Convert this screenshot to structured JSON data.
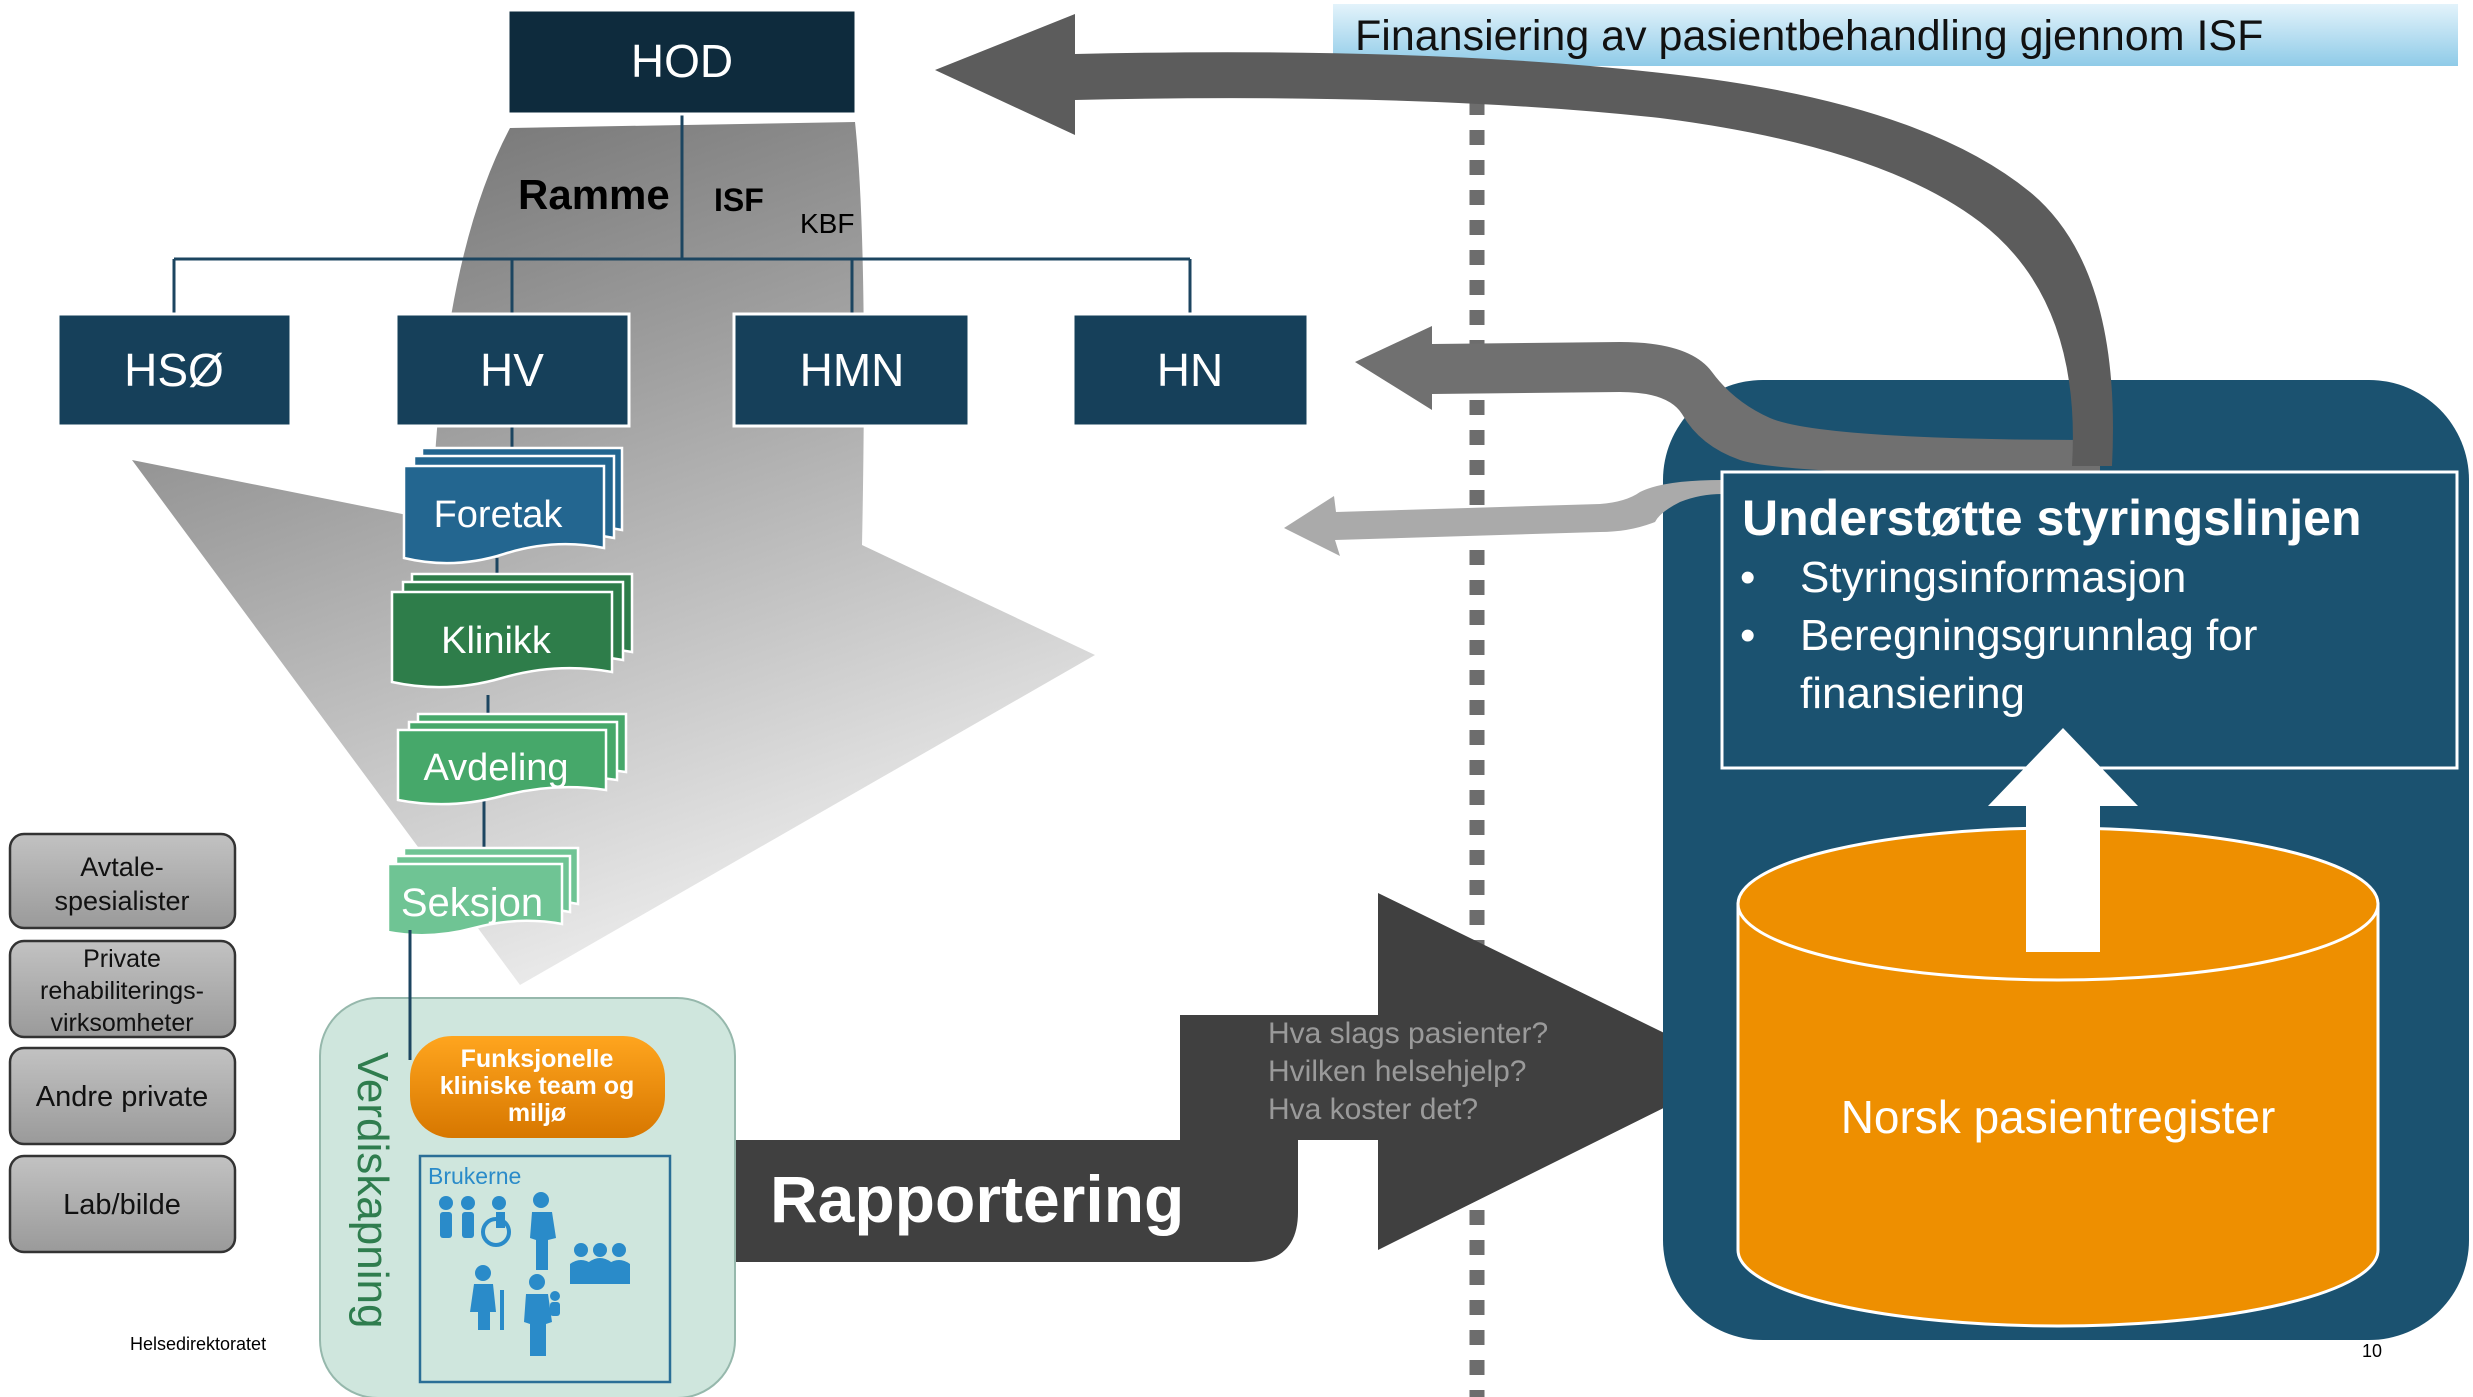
{
  "header": {
    "title": "Finansiering av pasientbehandling gjennom ISF"
  },
  "org": {
    "hod": "HOD",
    "ramme": "Ramme",
    "isf": "ISF",
    "kbf": "KBF",
    "rhf": [
      "HSØ",
      "HV",
      "HMN",
      "HN"
    ],
    "levels": [
      "Foretak",
      "Klinikk",
      "Avdeling",
      "Seksjon"
    ]
  },
  "side_buttons": [
    [
      "Avtale-",
      "spesialister"
    ],
    [
      "Private",
      "rehabiliterings-",
      "virksomheter"
    ],
    [
      "Andre private"
    ],
    [
      "Lab/bilde"
    ]
  ],
  "value": {
    "title": "Verdiskapning",
    "team": [
      "Funksjonelle",
      "kliniske team og",
      "miljø"
    ],
    "users": "Brukerne"
  },
  "reporting": {
    "label": "Rapportering",
    "questions": [
      "Hva slags pasienter?",
      "Hvilken helsehjelp?",
      "Hva koster det?"
    ]
  },
  "npr": {
    "heading": "Understøtte styringslinjen",
    "bullets": [
      "Styringsinformasjon",
      "Beregningsgrunnlag for",
      "finansiering"
    ],
    "register": "Norsk pasientregister"
  },
  "footer": {
    "org": "Helsedirektoratet",
    "page": "10"
  },
  "colors": {
    "navy": "#0e2b3d",
    "rhf": "#16405a",
    "panel": "#1b5270",
    "orange": "#ee8f00",
    "teal_dark": "#236690",
    "green_dark": "#2e7d4a",
    "green_mid": "#46a86a",
    "green_light": "#6fc494",
    "grey_arrow": "#5c5c5c",
    "dark_arrow": "#404040"
  }
}
